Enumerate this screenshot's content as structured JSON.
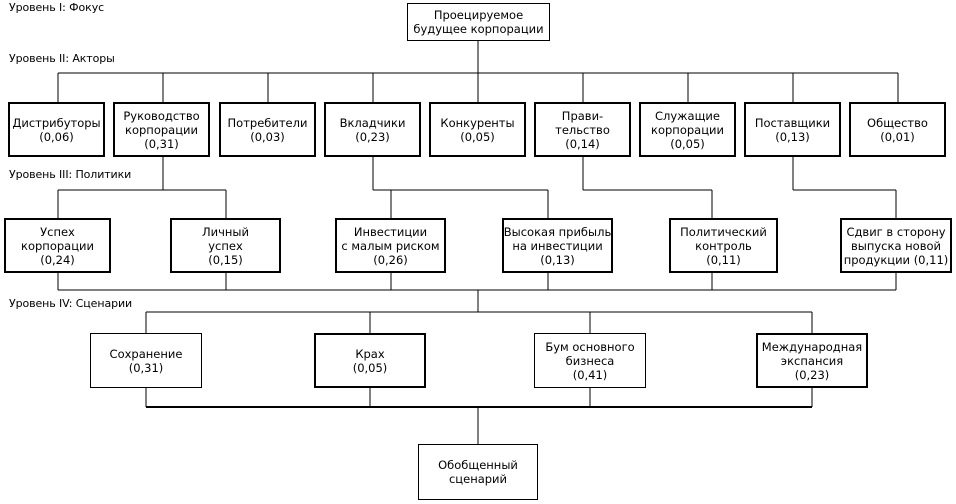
{
  "levels": {
    "l1": "Уровень I: Фокус",
    "l2": "Уровень II: Акторы",
    "l3": "Уровень III: Политики",
    "l4": "Уровень IV: Сценарии"
  },
  "focus": {
    "line1": "Проецируемое",
    "line2": "будущее корпорации"
  },
  "actors": [
    {
      "line1": "Дистрибуторы",
      "line2": "(0,06)"
    },
    {
      "line1": "Руководство",
      "line2": "корпорации",
      "line3": "(0,31)"
    },
    {
      "line1": "Потребители",
      "line2": "(0,03)"
    },
    {
      "line1": "Вкладчики",
      "line2": "(0,23)"
    },
    {
      "line1": "Конкуренты",
      "line2": "(0,05)"
    },
    {
      "line1": "Прави-",
      "line2": "тельство",
      "line3": "(0,14)"
    },
    {
      "line1": "Служащие",
      "line2": "корпорации",
      "line3": "(0,05)"
    },
    {
      "line1": "Поставщики",
      "line2": "(0,13)"
    },
    {
      "line1": "Общество",
      "line2": "(0,01)"
    }
  ],
  "policies": [
    {
      "line1": "Успех",
      "line2": "корпорации",
      "line3": "(0,24)"
    },
    {
      "line1": "Личный",
      "line2": "успех",
      "line3": "(0,15)"
    },
    {
      "line1": "Инвестиции",
      "line2": "с малым риском",
      "line3": "(0,26)"
    },
    {
      "line1": "Высокая прибыль",
      "line2": "на инвестиции",
      "line3": "(0,13)"
    },
    {
      "line1": "Политический",
      "line2": "контроль",
      "line3": "(0,11)"
    },
    {
      "line1": "Сдвиг в сторону",
      "line2": "выпуска новой",
      "line3": "продукции (0,11)"
    }
  ],
  "scenarios": [
    {
      "line1": "Сохранение",
      "line2": "(0,31)"
    },
    {
      "line1": "Крах",
      "line2": "(0,05)"
    },
    {
      "line1": "Бум основного",
      "line2": "бизнеса",
      "line3": "(0,41)"
    },
    {
      "line1": "Международная",
      "line2": "экспансия",
      "line3": "(0,23)"
    }
  ],
  "result": {
    "line1": "Обобщенный",
    "line2": "сценарий"
  }
}
